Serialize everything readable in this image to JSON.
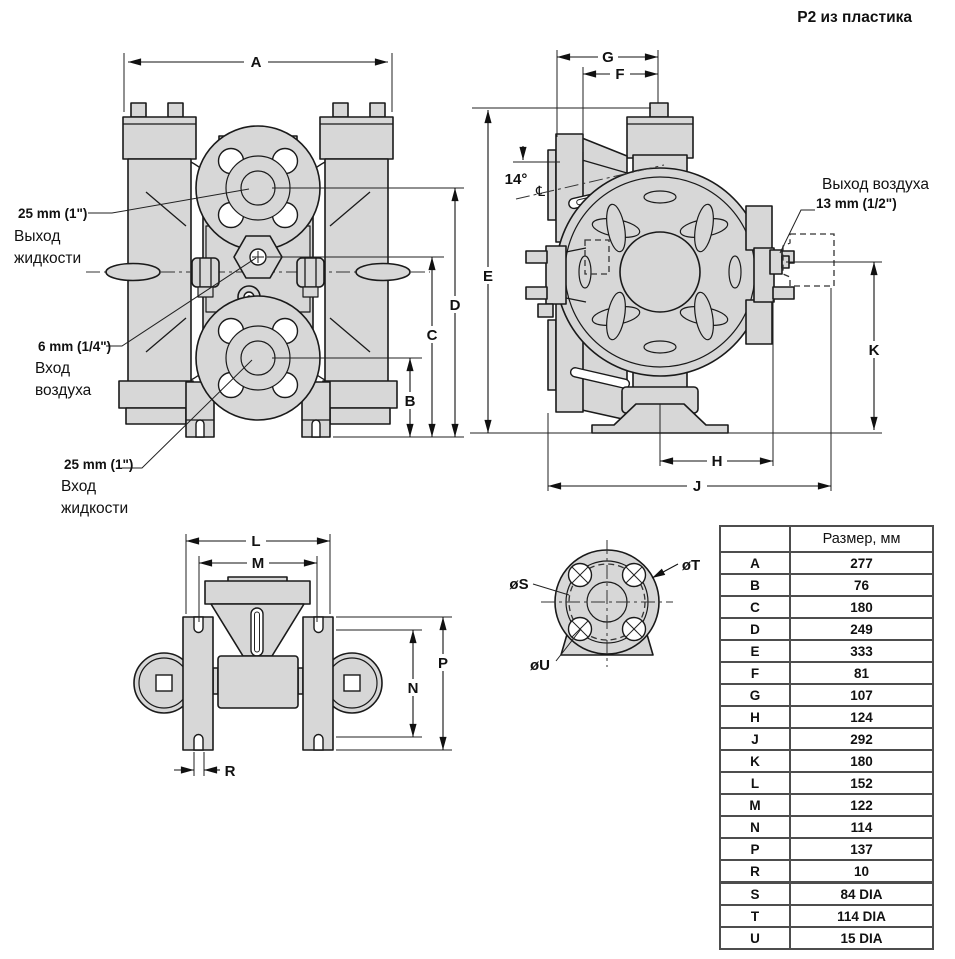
{
  "title": "P2 из пластика",
  "callouts": {
    "liquid_out_size": "25 mm (1\")",
    "liquid_out_l1": "Выход",
    "liquid_out_l2": "жидкости",
    "air_in_size": "6 mm (1/4\")",
    "air_in_l1": "Вход",
    "air_in_l2": "воздуха",
    "liquid_in_size": "25 mm (1\")",
    "liquid_in_l1": "Вход",
    "liquid_in_l2": "жидкости",
    "air_out_l1": "Выход воздуха",
    "air_out_size": "13 mm (1/2\")",
    "angle": "14°",
    "centerline_symbol": "℄"
  },
  "dims": {
    "A": "A",
    "B": "B",
    "C": "C",
    "D": "D",
    "E": "E",
    "F": "F",
    "G": "G",
    "H": "H",
    "J": "J",
    "K": "K",
    "L": "L",
    "M": "M",
    "N": "N",
    "P": "P",
    "R": "R",
    "S": "øS",
    "T": "øT",
    "U": "øU"
  },
  "table": {
    "header": "Размер, мм",
    "rows": [
      {
        "key": "A",
        "value": "277"
      },
      {
        "key": "B",
        "value": "76"
      },
      {
        "key": "C",
        "value": "180"
      },
      {
        "key": "D",
        "value": "249"
      },
      {
        "key": "E",
        "value": "333"
      },
      {
        "key": "F",
        "value": "81"
      },
      {
        "key": "G",
        "value": "107"
      },
      {
        "key": "H",
        "value": "124"
      },
      {
        "key": "J",
        "value": "292"
      },
      {
        "key": "K",
        "value": "180"
      },
      {
        "key": "L",
        "value": "152"
      },
      {
        "key": "M",
        "value": "122"
      },
      {
        "key": "N",
        "value": "114"
      },
      {
        "key": "P",
        "value": "137"
      },
      {
        "key": "R",
        "value": "10"
      },
      {
        "key": "S",
        "value": "84 DIA"
      },
      {
        "key": "T",
        "value": "114 DIA"
      },
      {
        "key": "U",
        "value": "15 DIA"
      }
    ]
  }
}
